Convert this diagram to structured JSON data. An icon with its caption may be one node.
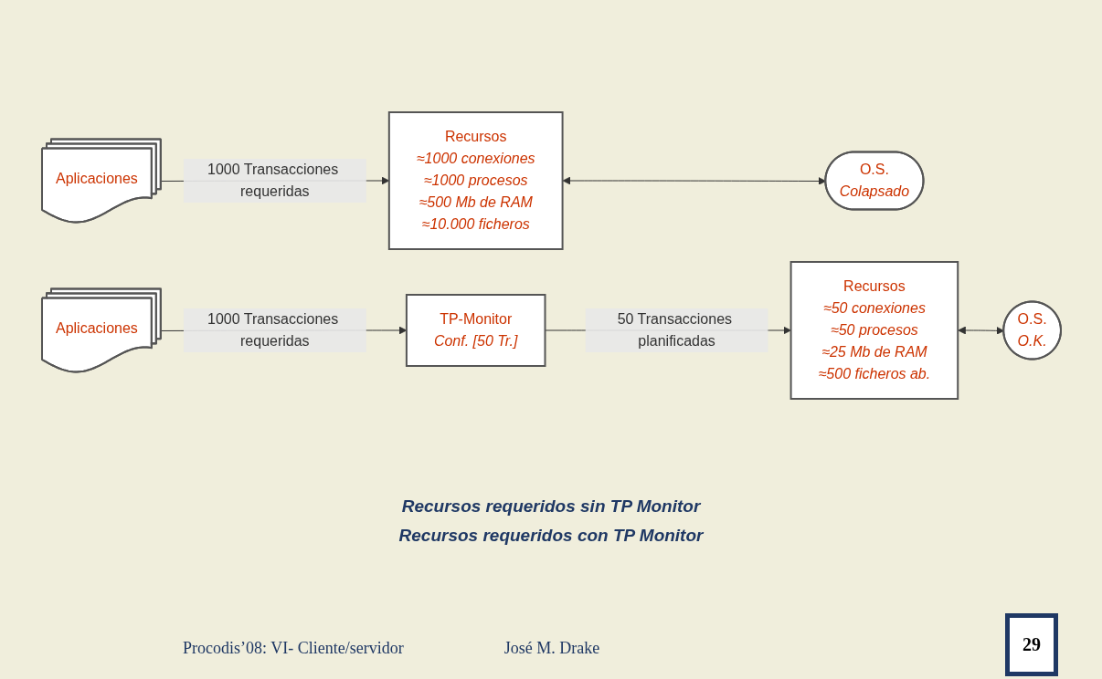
{
  "diagram": {
    "nodes": [
      {
        "text": [
          "Aplicaciones"
        ]
      },
      {
        "text": [
          "Recursos",
          "≈1000 conexiones",
          "≈1000 procesos",
          "≈500 Mb de RAM",
          "≈10.000 ficheros"
        ]
      },
      {
        "text": [
          "O.S.",
          "Colapsado"
        ]
      },
      {
        "text": [
          "Aplicaciones"
        ]
      },
      {
        "text": [
          "TP-Monitor",
          "Conf. [50 Tr.]"
        ]
      },
      {
        "text": [
          "Recursos",
          "≈50 conexiones",
          "≈50 procesos",
          "≈25 Mb de RAM",
          "≈500 ficheros ab."
        ]
      },
      {
        "text": [
          "O.S.",
          "O.K."
        ]
      }
    ],
    "edges": [
      {
        "from": 0,
        "to": 1,
        "arrow": "to",
        "label": "1000 Transacciones requeridas"
      },
      {
        "from": 1,
        "to": 2,
        "arrow": "both"
      },
      {
        "from": 3,
        "to": 4,
        "arrow": "to",
        "label": "1000 Transacciones requeridas"
      },
      {
        "from": 4,
        "to": 5,
        "arrow": "to",
        "label": "50 Transacciones planificadas"
      },
      {
        "from": 5,
        "to": 6,
        "arrow": "both"
      }
    ],
    "labels": [
      "Recursos requeridos sin TP Monitor",
      "Recursos requeridos con TP Monitor",
      "Procodis’08: VI- Cliente/servidor",
      "José M. Drake",
      "29"
    ]
  }
}
